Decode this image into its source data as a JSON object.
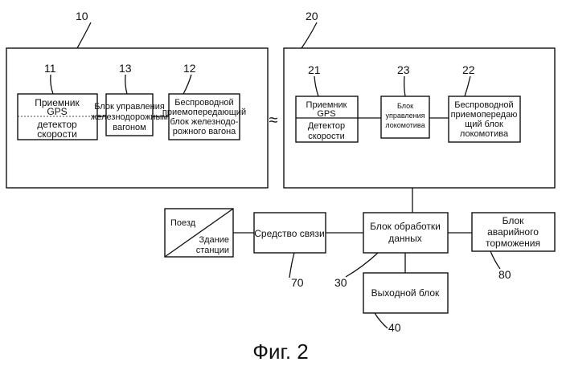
{
  "refs": {
    "r10": "10",
    "r20": "20",
    "r11": "11",
    "r13": "13",
    "r12": "12",
    "r21": "21",
    "r23": "23",
    "r22": "22",
    "r70": "70",
    "r30": "30",
    "r80": "80",
    "r40": "40"
  },
  "car": {
    "gps_1": "Приемник",
    "gps_2": "GPS",
    "speed_1": "детектор",
    "speed_2": "скорости",
    "control_1": "Блок управления",
    "control_2": "железнодорожным",
    "control_3": "вагоном",
    "radio_1": "Беспроводной",
    "radio_2": "приемопередающий",
    "radio_3": "блок железнодо-",
    "radio_4": "рожного вагона"
  },
  "loco": {
    "gps_1": "Приемник",
    "gps_2": "GPS",
    "speed_1": "Детектор",
    "speed_2": "скорости",
    "control_1": "Блок",
    "control_2": "управления",
    "control_3": "локомотива",
    "radio_1": "Беспроводной",
    "radio_2": "приемопередаю",
    "radio_3": "щий блок",
    "radio_4": "локомотива"
  },
  "link_symbol": "≈",
  "station": {
    "train": "Поезд",
    "building_1": "Здание",
    "building_2": "станции"
  },
  "comm": "Средство связи",
  "processing_1": "Блок обработки",
  "processing_2": "данных",
  "brake_1": "Блок",
  "brake_2": "аварийного",
  "brake_3": "торможения",
  "output": "Выходной блок",
  "caption": "Фиг. 2"
}
